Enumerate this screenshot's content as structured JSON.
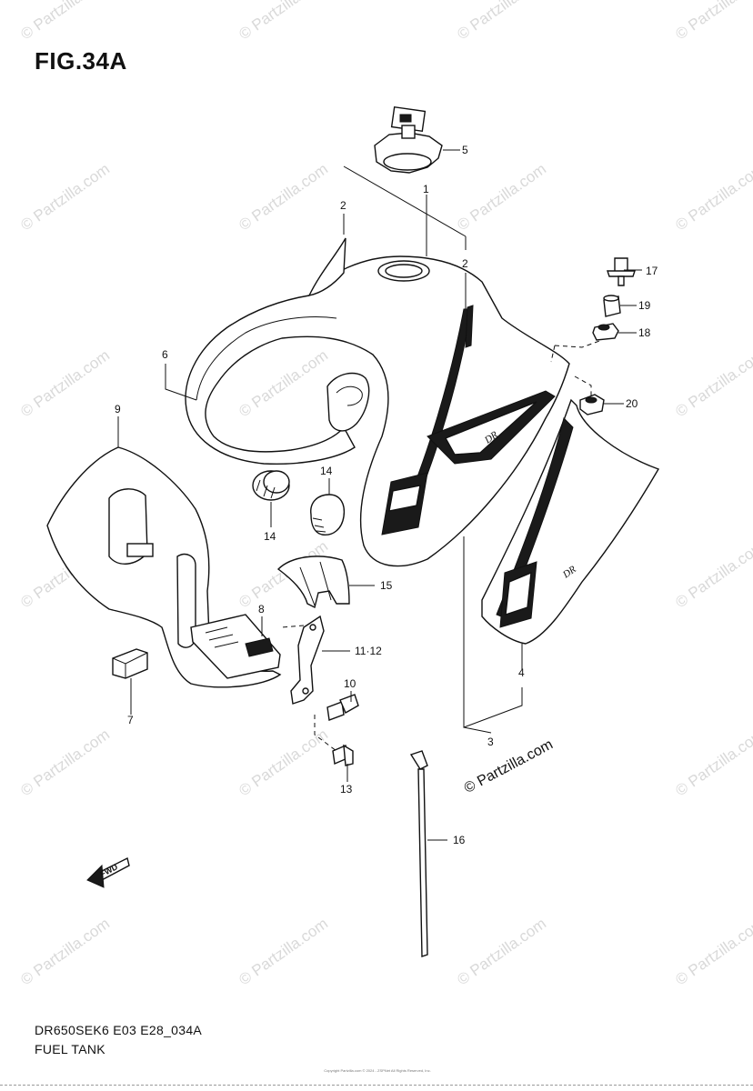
{
  "figure": {
    "title": "FIG.34A",
    "footer_code": "DR650SEK6 E03 E28_034A",
    "footer_name": "FUEL TANK"
  },
  "watermark": {
    "text": "© Partzilla.com",
    "main_text": "© Partzilla.com",
    "fine_print": "Copyright Partzilla.com © 2024 - ZSPNet All Rights Reserved, Inc."
  },
  "callouts": {
    "c1": "1",
    "c2a": "2",
    "c2b": "2",
    "c3": "3",
    "c4": "4",
    "c5": "5",
    "c6": "6",
    "c7": "7",
    "c8": "8",
    "c9": "9",
    "c10": "10",
    "c1112": "11·12",
    "c13": "13",
    "c14a": "14",
    "c14b": "14",
    "c15": "15",
    "c16": "16",
    "c17": "17",
    "c18": "18",
    "c19": "19",
    "c20": "20"
  },
  "fwd_label": "FWD",
  "colors": {
    "ink": "#111111",
    "watermark": "#d9d9d9",
    "background": "#ffffff"
  }
}
